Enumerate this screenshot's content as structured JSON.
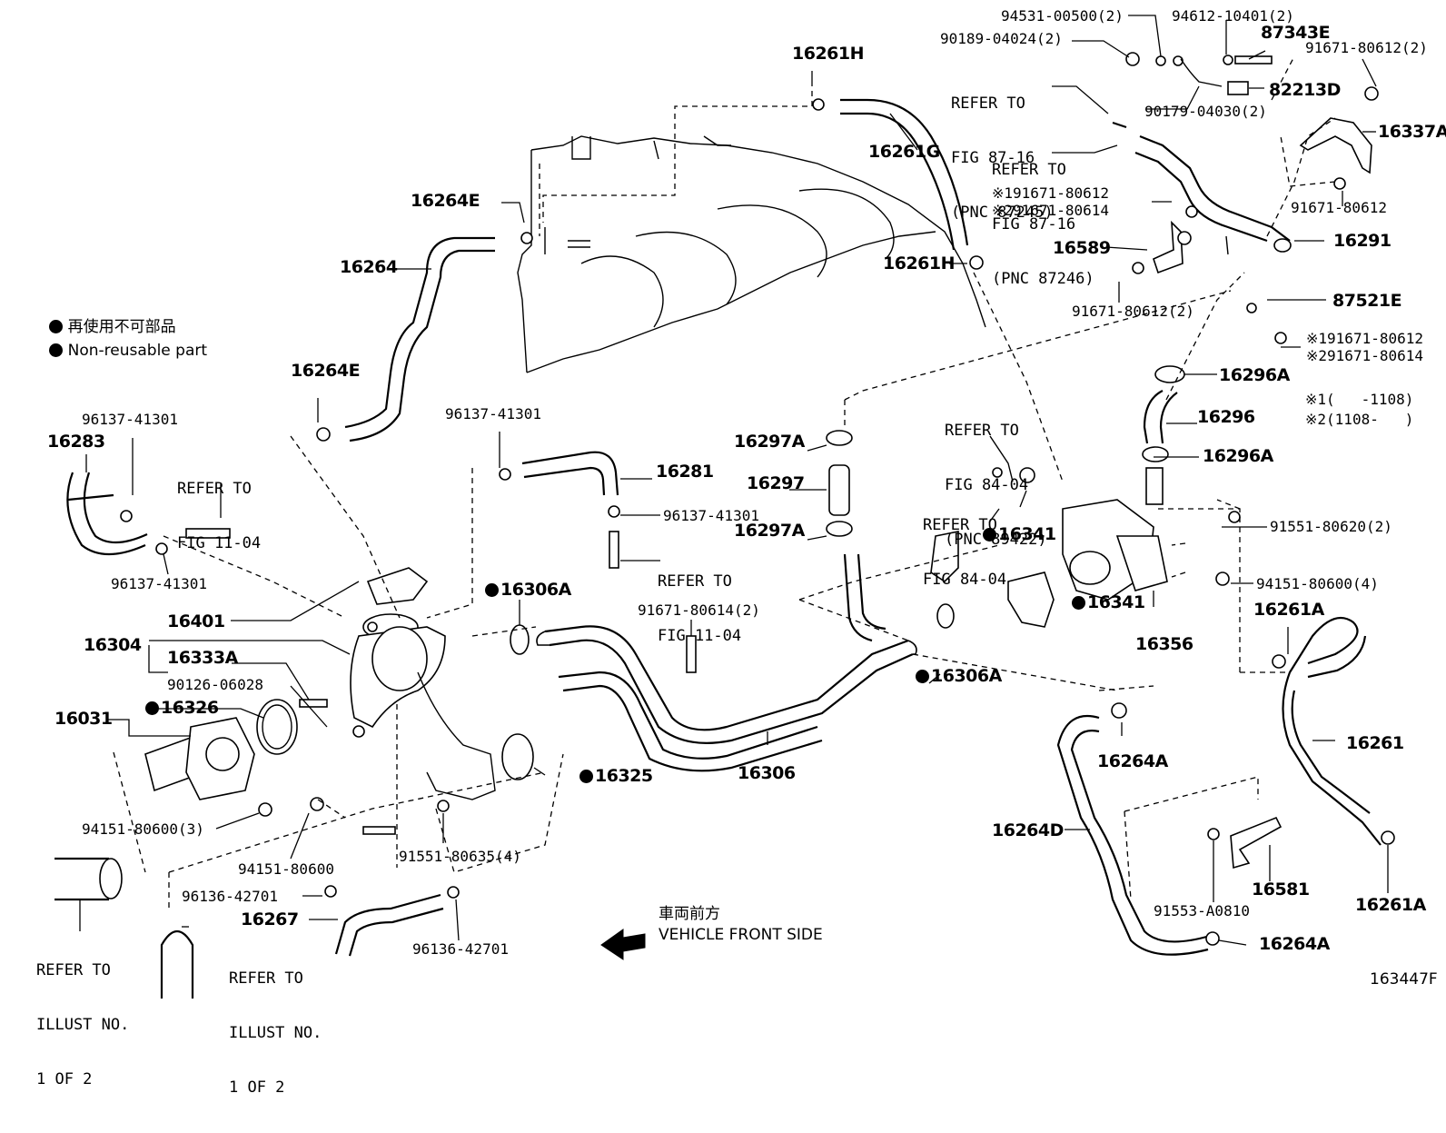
{
  "legend": {
    "jp": "再使用不可部品",
    "en": "Non-reusable part"
  },
  "direction": {
    "jp": "車両前方",
    "en": "VEHICLE FRONT SIDE"
  },
  "figure_code": "163447F",
  "effectivity": {
    "note1": "※1(   -1108)",
    "note2": "※2(1108-   )"
  },
  "parts": {
    "p94531": "94531-00500(2)",
    "p94612": "94612-10401(2)",
    "p87343E": "87343E",
    "p90189": "90189-04024(2)",
    "p91671_80612_2_top": "91671-80612(2)",
    "p82213D": "82213D",
    "p90179": "90179-04030(2)",
    "p16337A": "16337A",
    "p16261H_top": "16261H",
    "p16261G": "16261G",
    "p16264E_top": "16264E",
    "p16264": "16264",
    "p16261H_mid": "16261H",
    "p91671_80612_right": "91671-80612",
    "p91671_80612_s1a": "※191671-80612",
    "p91671_80614_s2a": "※291671-80614",
    "p16589": "16589",
    "p16291": "16291",
    "p91671_80612_2_mid": "91671-80612(2)",
    "p87521E": "87521E",
    "p91671_80612_s1b": "※191671-80612",
    "p91671_80614_s2b": "※291671-80614",
    "p16264E_low": "16264E",
    "p16296A_top": "16296A",
    "p16296": "16296",
    "p16296A_low": "16296A",
    "p96137_left": "96137-41301",
    "p16283": "16283",
    "p96137_mid": "96137-41301",
    "p16281": "16281",
    "p16297A_top": "16297A",
    "p16297": "16297",
    "p16297A_low": "16297A",
    "p96137_midb": "96137-41301",
    "p96137_leftb": "96137-41301",
    "p16341_a": "16341",
    "p16341_b": "16341",
    "p91551_80620": "91551-80620(2)",
    "p94151_80600_4": "94151-80600(4)",
    "p16401": "16401",
    "p16306A_left": "16306A",
    "p91671_80614_2": "91671-80614(2)",
    "p16304": "16304",
    "p16333A": "16333A",
    "p90126": "90126-06028",
    "p16356": "16356",
    "p16261A_top": "16261A",
    "p16306A_right": "16306A",
    "p16031": "16031",
    "p16326": "16326",
    "p16325": "16325",
    "p16306": "16306",
    "p16264A_top": "16264A",
    "p16261": "16261",
    "p94151_80600_3": "94151-80600(3)",
    "p94151_80600": "94151-80600",
    "p91551_80635": "91551-80635(4)",
    "p16264D": "16264D",
    "p96136_a": "96136-42701",
    "p16267": "16267",
    "p96136_b": "96136-42701",
    "p91553": "91553-A0810",
    "p16581": "16581",
    "p16261A_low": "16261A",
    "p16264A_low": "16264A"
  },
  "refers": {
    "r_87_16_a": [
      "REFER TO",
      "FIG 87-16",
      "(PNC 87245)"
    ],
    "r_87_16_b": [
      "REFER TO",
      "FIG 87-16",
      "(PNC 87246)"
    ],
    "r_11_04_a": [
      "REFER TO",
      "FIG 11-04"
    ],
    "r_11_04_b": [
      "REFER TO",
      "FIG 11-04"
    ],
    "r_84_04_a": [
      "REFER TO",
      "FIG 84-04",
      "(PNC 89422)"
    ],
    "r_84_04_b": [
      "REFER TO",
      "FIG 84-04"
    ],
    "r_illust_a": [
      "REFER TO",
      "ILLUST NO.",
      "1 OF 2"
    ],
    "r_illust_b": [
      "REFER TO",
      "ILLUST NO.",
      "1 OF 2"
    ]
  }
}
